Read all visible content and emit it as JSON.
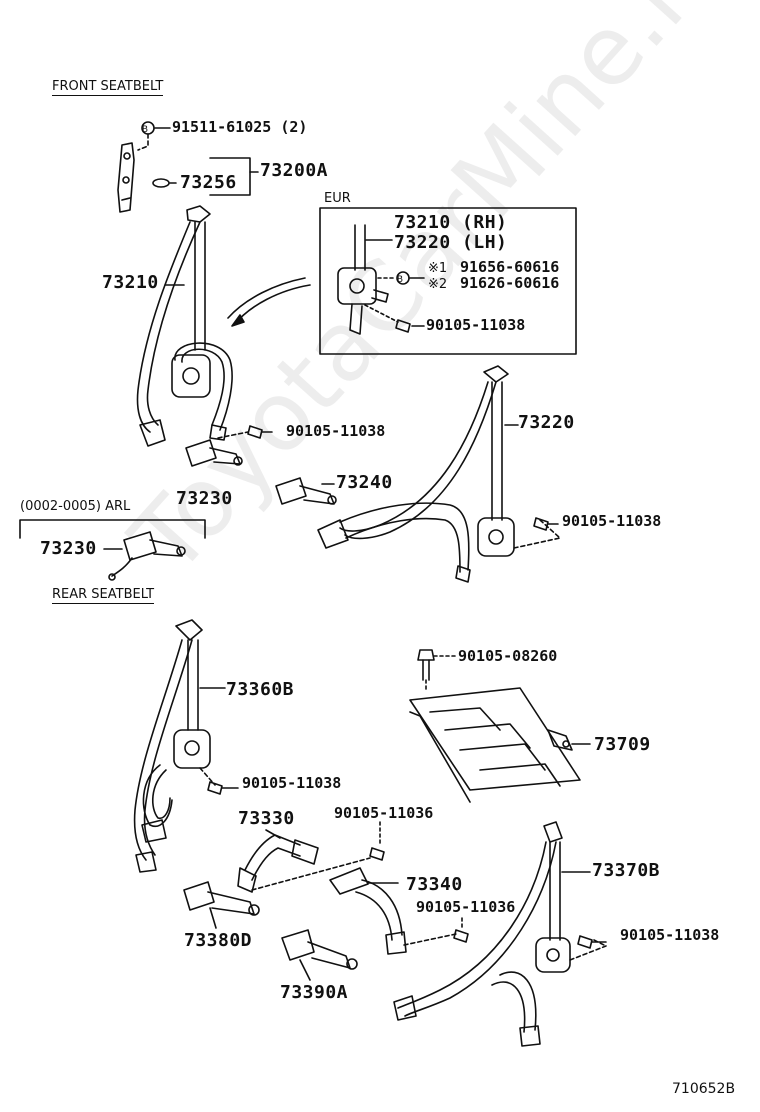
{
  "sections": {
    "front_seatbelt": "FRONT SEATBELT",
    "eur": "EUR",
    "arl": "(0002-0005) ARL",
    "rear_seatbelt": "REAR SEATBELT"
  },
  "parts": {
    "p91511": "91511-61025 (2)",
    "p73200a": "73200A",
    "p73256": "73256",
    "p73210": "73210",
    "eur_73210": "73210 (RH)",
    "eur_73220": "73220 (LH)",
    "eur_91656": "91656-60616",
    "eur_91626": "91626-60616",
    "note_1": "※1",
    "note_2": "※2",
    "eur_90105": "90105-11038",
    "front_90105": "90105-11038",
    "p73220": "73220",
    "p73240": "73240",
    "p73230": "73230",
    "right_90105": "90105-11038",
    "arl_73230": "73230",
    "p73360b": "73360B",
    "rear_90105_left": "90105-11038",
    "p90105_08260": "90105-08260",
    "p73709": "73709",
    "p73330": "73330",
    "p90105_11036_top": "90105-11036",
    "p73340": "73340",
    "p90105_11036_mid": "90105-11036",
    "p73370b": "73370B",
    "rear_90105_right": "90105-11038",
    "p73380d": "73380D",
    "p73390a": "73390A"
  },
  "bolt_symbol": "B",
  "diagram_code": "710652B",
  "watermark": "ToyotaCarMine.ru"
}
